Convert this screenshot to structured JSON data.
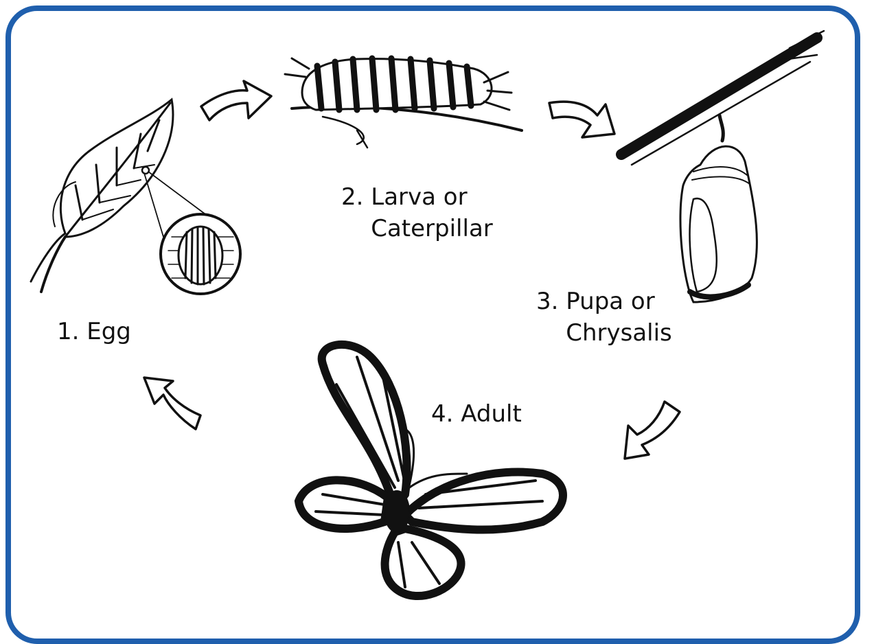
{
  "colors": {
    "frame": "#1f5fad",
    "ink": "#111111",
    "background": "#ffffff"
  },
  "stages": [
    {
      "label": "1. Egg"
    },
    {
      "label": "2. Larva or\n    Caterpillar"
    },
    {
      "label": "3. Pupa or\n    Chrysalis"
    },
    {
      "label": "4. Adult"
    }
  ],
  "icons": [
    "leaf-with-egg-icon",
    "caterpillar-icon",
    "chrysalis-icon",
    "butterfly-icon",
    "cycle-arrow-icon"
  ]
}
